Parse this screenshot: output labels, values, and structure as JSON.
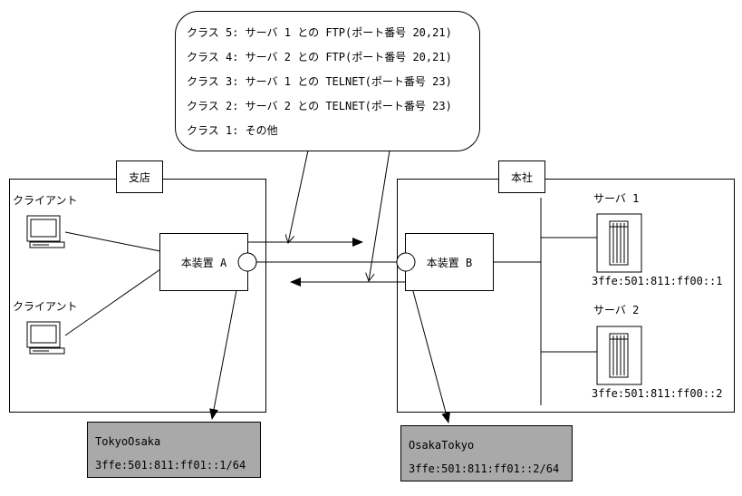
{
  "classes": [
    "クラス 5: サーバ 1 との FTP(ポート番号 20,21)",
    "クラス 4: サーバ 2 との FTP(ポート番号 20,21)",
    "クラス 3: サーバ 1 との TELNET(ポート番号 23)",
    "クラス 2: サーバ 2 との TELNET(ポート番号 23)",
    "クラス 1: その他"
  ],
  "branch": {
    "title": "支店",
    "client1": "クライアント",
    "client2": "クライアント",
    "device": "本装置 A"
  },
  "hq": {
    "title": "本社",
    "device": "本装置 B",
    "server1": "サーバ 1",
    "server1_addr": "3ffe:501:811:ff00::1",
    "server2": "サーバ 2",
    "server2_addr": "3ffe:501:811:ff00::2"
  },
  "tunnel_a": {
    "name": "TokyoOsaka",
    "addr": "3ffe:501:811:ff01::1/64"
  },
  "tunnel_b": {
    "name": "OsakaTokyo",
    "addr": "3ffe:501:811:ff01::2/64"
  },
  "colors": {
    "callout_fill": "#a9a9a9",
    "line": "#000000"
  }
}
